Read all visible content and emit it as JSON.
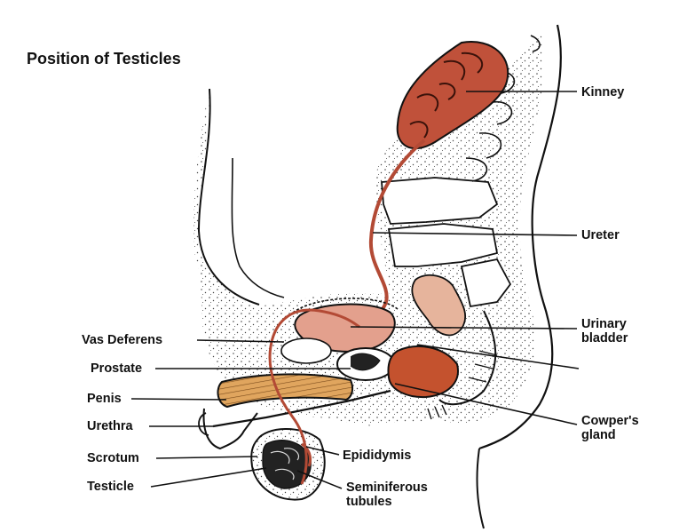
{
  "title": "Position of Testicles",
  "labels": {
    "kinney": "Kinney",
    "ureter": "Ureter",
    "urinary_bladder": [
      "Urinary",
      "bladder"
    ],
    "vas_deferens": "Vas Deferens",
    "prostate": "Prostate",
    "penis": "Penis",
    "urethra": "Urethra",
    "scrotum": "Scrotum",
    "testicle": "Testicle",
    "epididymis": "Epididymis",
    "seminiferous_tubules": [
      "Seminiferous",
      "tubules"
    ],
    "cowpers_gland": [
      "Cowper's",
      "gland"
    ]
  },
  "colors": {
    "outline": "#111111",
    "kidney": "#c0513a",
    "ureter": "#b34a35",
    "bladder": "#e3a08d",
    "gland": "#c4522e",
    "penis_tissue": "#e0a55e",
    "rectum": "#e6b49c",
    "stipple": "#444444",
    "background": "#ffffff"
  }
}
